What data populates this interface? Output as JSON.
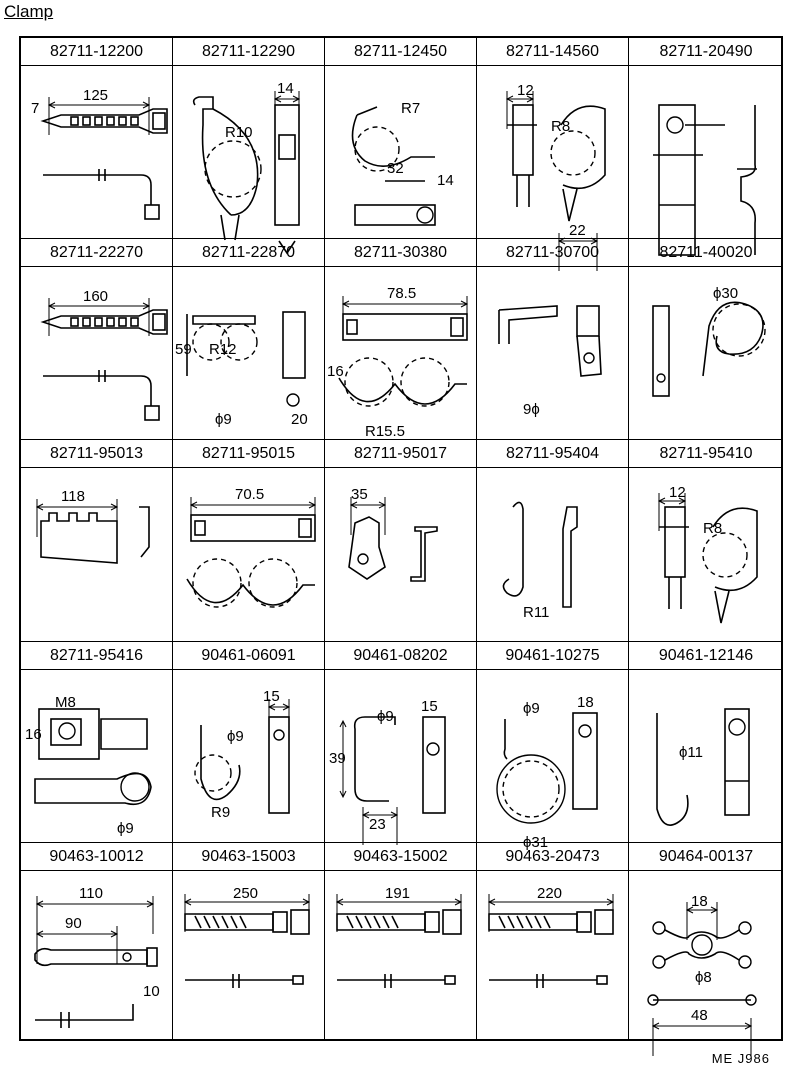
{
  "title": "Clamp",
  "footer": "ME  J986",
  "parts": [
    {
      "number": "82711-12200",
      "art": "tie",
      "labels": {
        "len": "125",
        "w": "7"
      }
    },
    {
      "number": "82711-12290",
      "art": "clip-a",
      "labels": {
        "r": "R10",
        "w": "14"
      }
    },
    {
      "number": "82711-12450",
      "art": "clip-b",
      "labels": {
        "r": "R7",
        "w": "32",
        "h": "14"
      }
    },
    {
      "number": "82711-14560",
      "art": "clip-c",
      "labels": {
        "w": "12",
        "r": "R8",
        "b": "22"
      }
    },
    {
      "number": "82711-20490",
      "art": "clip-d",
      "labels": {}
    },
    {
      "number": "82711-22270",
      "art": "tie",
      "labels": {
        "len": "160"
      }
    },
    {
      "number": "82711-22870",
      "art": "double",
      "labels": {
        "h": "59",
        "r": "R12",
        "d": "ϕ9",
        "w": "20"
      }
    },
    {
      "number": "82711-30380",
      "art": "double2",
      "labels": {
        "len": "78.5",
        "h": "16",
        "r": "R15.5"
      }
    },
    {
      "number": "82711-30700",
      "art": "bracket",
      "labels": {
        "d": "9ϕ"
      }
    },
    {
      "number": "82711-40020",
      "art": "loop",
      "labels": {
        "d": "ϕ30"
      }
    },
    {
      "number": "82711-95013",
      "art": "comb",
      "labels": {
        "len": "118"
      }
    },
    {
      "number": "82711-95015",
      "art": "double2",
      "labels": {
        "len": "70.5"
      }
    },
    {
      "number": "82711-95017",
      "art": "angle",
      "labels": {
        "len": "35"
      }
    },
    {
      "number": "82711-95404",
      "art": "hook",
      "labels": {
        "r": "R11"
      }
    },
    {
      "number": "82711-95410",
      "art": "clip-c",
      "labels": {
        "w": "12",
        "r": "R8"
      }
    },
    {
      "number": "82711-95416",
      "art": "plate",
      "labels": {
        "m": "M8",
        "h": "16",
        "d": "ϕ9"
      }
    },
    {
      "number": "90461-06091",
      "art": "jclip",
      "labels": {
        "w": "15",
        "d": "ϕ9",
        "r": "R9"
      }
    },
    {
      "number": "90461-08202",
      "art": "sclip",
      "labels": {
        "d": "ϕ9",
        "w": "15",
        "h": "39",
        "b": "23"
      }
    },
    {
      "number": "90461-10275",
      "art": "ring",
      "labels": {
        "d": "ϕ9",
        "w": "18",
        "D": "ϕ31"
      }
    },
    {
      "number": "90461-12146",
      "art": "jhook",
      "labels": {
        "d": "ϕ11"
      }
    },
    {
      "number": "90463-10012",
      "art": "tie2",
      "labels": {
        "len": "110",
        "len2": "90",
        "h": "10"
      }
    },
    {
      "number": "90463-15003",
      "art": "tie3",
      "labels": {
        "len": "250"
      }
    },
    {
      "number": "90463-15002",
      "art": "tie3",
      "labels": {
        "len": "191"
      }
    },
    {
      "number": "90463-20473",
      "art": "tie3",
      "labels": {
        "len": "220"
      }
    },
    {
      "number": "90464-00137",
      "art": "xclip",
      "labels": {
        "w": "18",
        "d": "ϕ8",
        "len": "48"
      }
    }
  ]
}
